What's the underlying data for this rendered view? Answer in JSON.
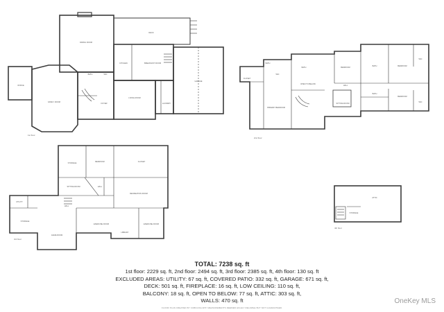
{
  "floors": {
    "first": {
      "label": "1st floor"
    },
    "second": {
      "label": "2nd floor"
    },
    "third": {
      "label": "3rd floor"
    },
    "fourth": {
      "label": "4th floor"
    }
  },
  "rooms": {
    "office": "OFFICE",
    "dining_room": "DINING ROOM",
    "family_room": "FAMILY ROOM",
    "deck": "DECK",
    "kitchen": "KITCHEN",
    "breakfast_room": "BREAKFAST ROOM",
    "bath": "BATH",
    "wic": "WIC",
    "foyer": "FOYER",
    "living_room": "LIVING ROOM",
    "garage": "GARAGE",
    "laundry": "LAUNDRY",
    "closet": "CLOSET",
    "primary_bedroom": "PRIMARY BEDROOM",
    "open_to_below": "OPEN TO BELOW",
    "bedroom": "BEDROOM",
    "hall": "HALL",
    "sitting_room": "SITTING ROOM",
    "storage": "STORAGE",
    "utility": "UTILITY",
    "game_room": "GAME ROOM",
    "recreation_room": "RECREATION ROOM",
    "exercise_room": "EXERCISE ROOM",
    "library": "LIBRARY",
    "attic": "ATTIC"
  },
  "summary": {
    "total": "TOTAL: 7238 sq. ft",
    "line1": "1st floor: 2229 sq. ft, 2nd floor: 2494 sq. ft, 3rd floor: 2385 sq. ft, 4th floor: 130 sq. ft",
    "line2": "EXCLUDED AREAS: UTILITY: 67 sq. ft, COVERED PATIO: 332 sq. ft, GARAGE: 671 sq. ft,",
    "line3": "DECK: 501 sq. ft, FIREPLACE: 16 sq. ft, LOW CEILING: 110 sq. ft,",
    "line4": "BALCONY: 18 sq. ft, OPEN TO BELOW: 77 sq. ft, ATTIC: 303 sq. ft,",
    "line5": "WALLS: 470 sq. ft",
    "disclaimer": "FLOOR PLAN CREATED BY CUBICASA APP. MEASUREMENTS DEEMED HIGHLY RELIABLE BUT NOT GUARANTEED."
  },
  "watermark": "OneKey MLS"
}
